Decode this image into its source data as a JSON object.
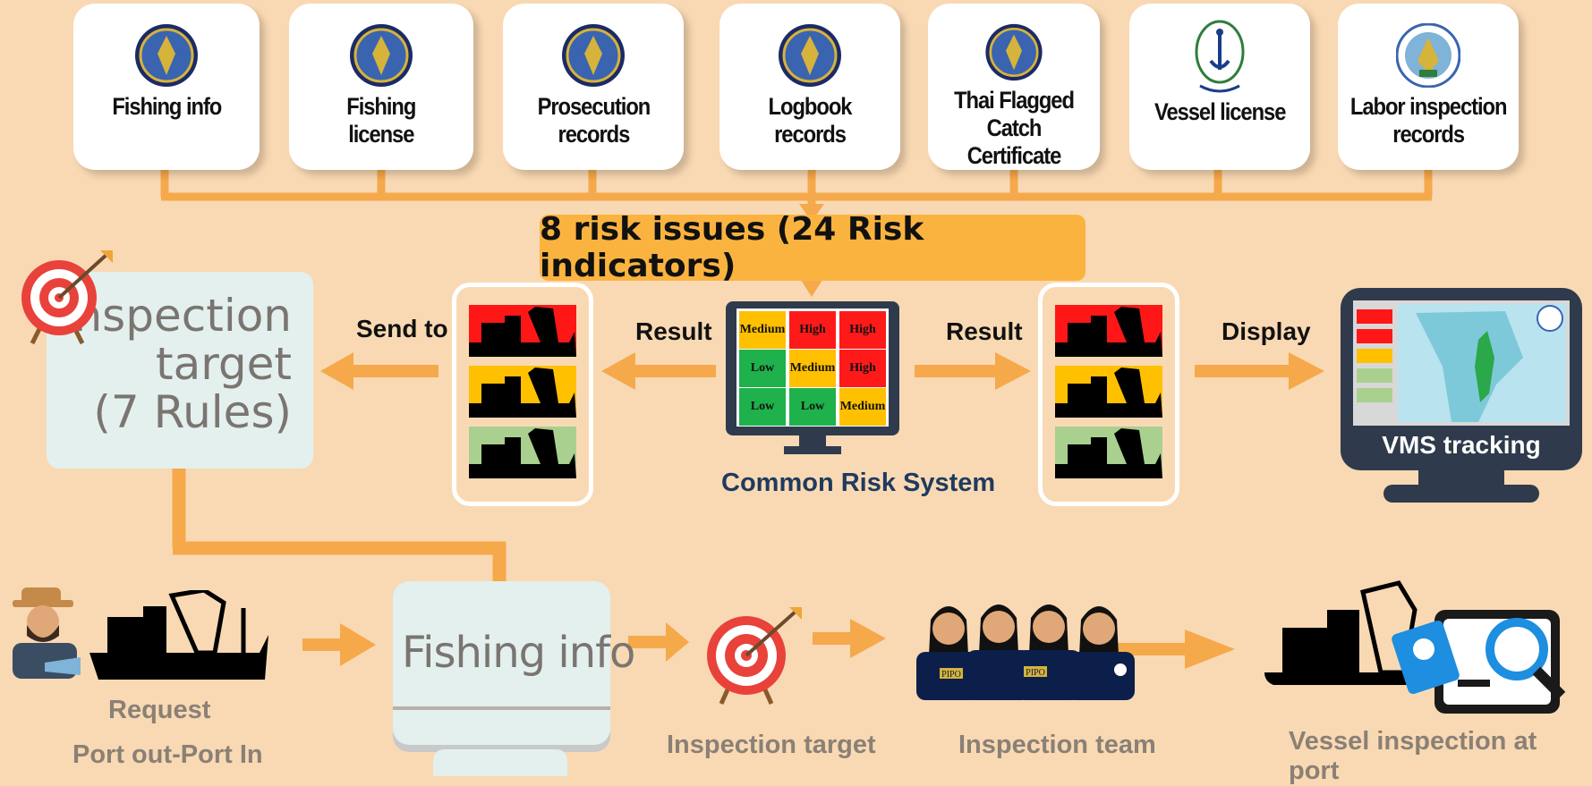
{
  "sources": [
    {
      "label": "Fishing info"
    },
    {
      "label": "Fishing\nlicense"
    },
    {
      "label": "Prosecution\nrecords"
    },
    {
      "label": "Logbook records"
    },
    {
      "label": "Thai Flagged Catch\nCertificate"
    },
    {
      "label": "Vessel license"
    },
    {
      "label": "Labor inspection\nrecords"
    }
  ],
  "risk_bar": {
    "label": "8 risk issues (24 Risk indicators)"
  },
  "inspection_target_box": {
    "line1": "Inspection",
    "line2": "target",
    "line3": "(7 Rules)"
  },
  "flow_labels": {
    "send_to": "Send to",
    "result_left": "Result",
    "result_right": "Result",
    "display": "Display"
  },
  "common_risk": {
    "title": "Common Risk System",
    "matrix": [
      [
        {
          "text": "Medium",
          "color": "#ffc000"
        },
        {
          "text": "High",
          "color": "#ff1a1a"
        },
        {
          "text": "High",
          "color": "#ff1a1a"
        }
      ],
      [
        {
          "text": "Low",
          "color": "#1fb14c"
        },
        {
          "text": "Medium",
          "color": "#ffc000"
        },
        {
          "text": "High",
          "color": "#ff1a1a"
        }
      ],
      [
        {
          "text": "Low",
          "color": "#1fb14c"
        },
        {
          "text": "Low",
          "color": "#1fb14c"
        },
        {
          "text": "Medium",
          "color": "#ffc000"
        }
      ]
    ]
  },
  "risk_colors": {
    "high": "#ff1717",
    "medium": "#ffc000",
    "low": "#a9d08e"
  },
  "vms": {
    "label": "VMS tracking"
  },
  "bottom": {
    "request_line1": "Request",
    "request_line2": "Port out-Port In",
    "fishing_info": "Fishing info",
    "inspection_target": "Inspection target",
    "inspection_team": "Inspection team",
    "vessel_inspection": "Vessel inspection at port",
    "badge_text": "PIPO"
  },
  "colors": {
    "background": "#f9d9b3",
    "arrow": "#f5a94b",
    "accent_bar": "#fbb340",
    "box_fill": "#e3f0ee",
    "navy": "#1f3a5f"
  }
}
